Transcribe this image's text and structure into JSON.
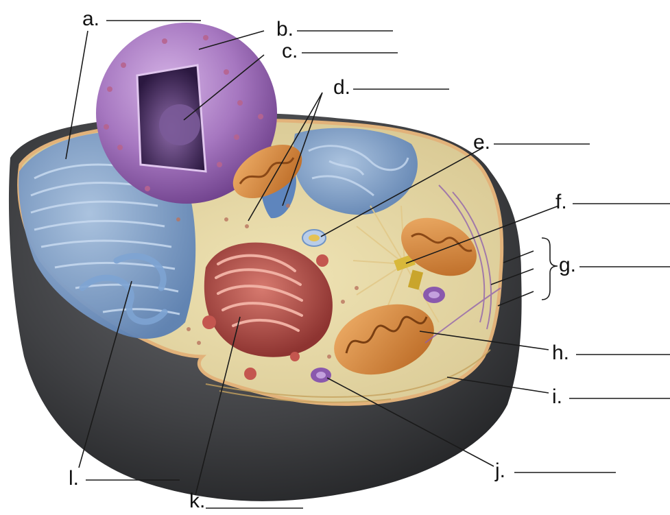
{
  "labels": {
    "a": "a.",
    "b": "b.",
    "c": "c.",
    "d": "d.",
    "e": "e.",
    "f": "f.",
    "g": "g.",
    "h": "h.",
    "i": "i.",
    "j": "j.",
    "k": "k.",
    "l": "l."
  },
  "colors": {
    "cell_shell": "#3f4043",
    "membrane": "#e2b27a",
    "cytoplasm": "#e8d9a3",
    "nucleus": "#9a66b3",
    "nucleus_inner": "#3d2455",
    "rough_er": "#6f94c6",
    "golgi": "#b44a45",
    "mitochondrion": "#d98a3b",
    "lysosome": "#8a59ad",
    "filaments": "#d9b873",
    "label_lines": "#1a1a1a"
  }
}
